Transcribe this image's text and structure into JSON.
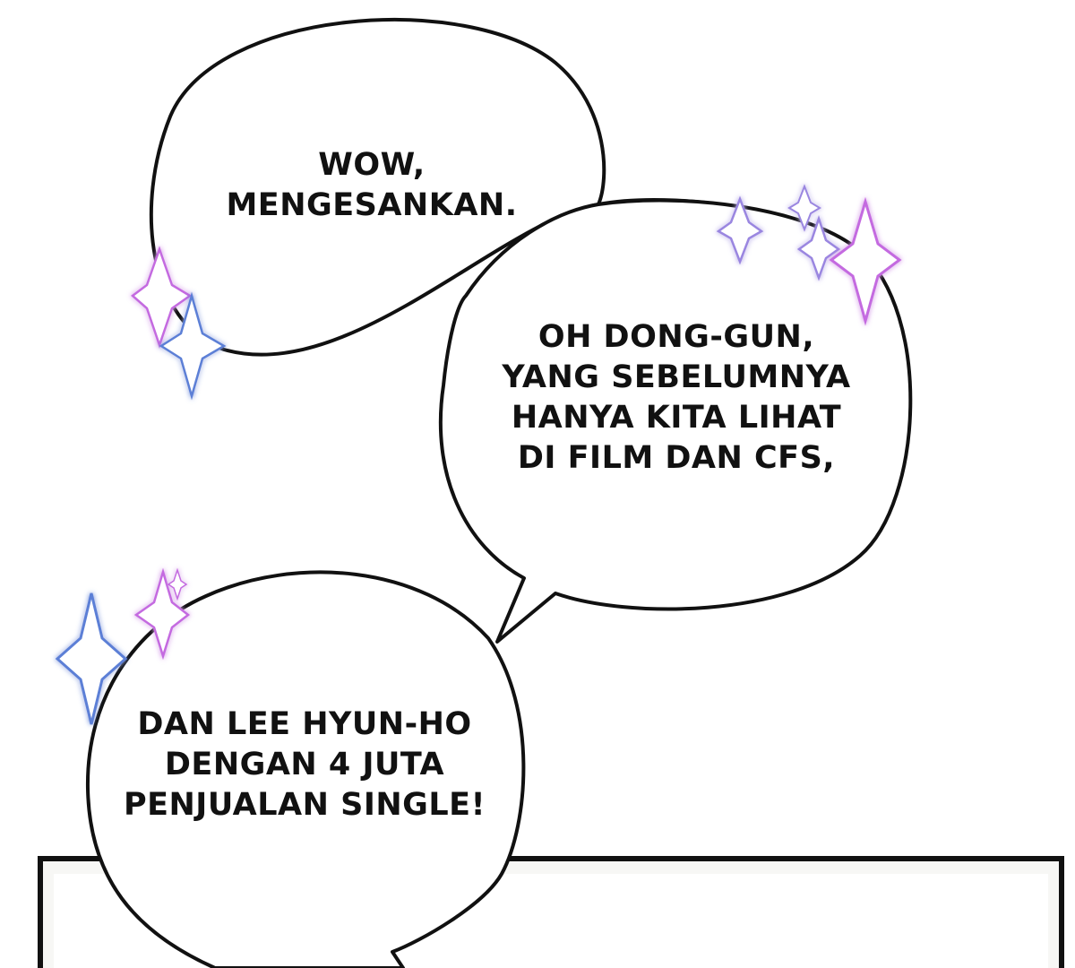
{
  "bubbles": [
    {
      "id": "bubble-1",
      "lines": [
        "WOW,",
        "MENGESANKAN."
      ]
    },
    {
      "id": "bubble-2",
      "lines": [
        "OH DONG-GUN,",
        "YANG SEBELUMNYA",
        "HANYA KITA LIHAT",
        "DI FILM DAN CFS,"
      ]
    },
    {
      "id": "bubble-3",
      "lines": [
        "DAN LEE HYUN-HO",
        "DENGAN 4 JUTA",
        "PENJUALAN SINGLE!"
      ]
    }
  ],
  "colors": {
    "outline": "#111111",
    "sparkle_purple": "#c46be0",
    "sparkle_blue": "#5b7fd6",
    "sparkle_lavender": "#9a86e0"
  },
  "icons": [
    "sparkle-icon"
  ]
}
